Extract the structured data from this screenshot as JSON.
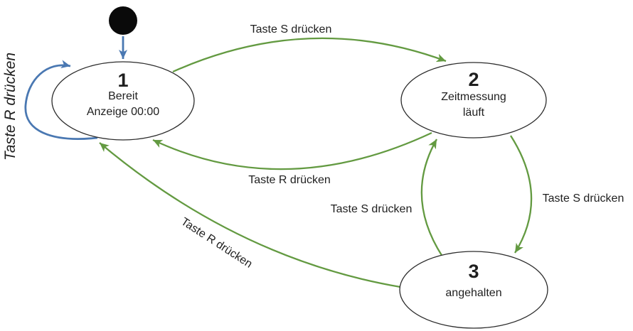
{
  "diagram": {
    "type": "state-machine",
    "colors": {
      "green": "#639a41",
      "blue": "#4a78b2",
      "ink": "#1f1f1f",
      "outline": "#2b2b2b",
      "initial_marker": "#0a0a0a",
      "background": "#ffffff"
    },
    "states": [
      {
        "number": "1",
        "lines": [
          "Bereit",
          "Anzeige 00:00"
        ]
      },
      {
        "number": "2",
        "lines": [
          "Zeitmessung",
          "läuft"
        ]
      },
      {
        "number": "3",
        "lines": [
          "angehalten"
        ]
      }
    ],
    "transitions": {
      "start_to_1": {
        "from": "initial",
        "to": "1",
        "label": ""
      },
      "self_1": {
        "from": "1",
        "to": "1",
        "label": "Taste R drücken"
      },
      "t1_to_2": {
        "from": "1",
        "to": "2",
        "label": "Taste S drücken"
      },
      "t2_to_1": {
        "from": "2",
        "to": "1",
        "label": "Taste R drücken"
      },
      "t2_to_3": {
        "from": "2",
        "to": "3",
        "label": "Taste S drücken"
      },
      "t3_to_2": {
        "from": "3",
        "to": "2",
        "label": "Taste S drücken"
      },
      "t3_to_1": {
        "from": "3",
        "to": "1",
        "label": "Taste R drücken"
      }
    }
  }
}
